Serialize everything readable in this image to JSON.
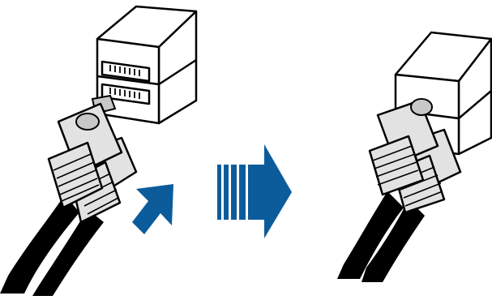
{
  "diagram": {
    "left_panel": {
      "coupler": "rj45-dual-coupler",
      "plugs": "rj45-plug-pair",
      "cables": "black-network-cables"
    },
    "insertion_arrow": "diagonal-up-right-arrow",
    "transition_arrow": "striped-right-arrow",
    "right_panel": {
      "coupler": "rj45-dual-coupler",
      "plugs": "rj45-plugs-inserted",
      "cables": "black-network-cables"
    },
    "colors": {
      "arrow_fill": "#0c5c9c",
      "outline": "#000000",
      "plug_fill": "#e2e2e2",
      "plug_shadow": "#c8c8c8",
      "coupler_fill": "#ffffff",
      "cable": "#000000"
    }
  }
}
